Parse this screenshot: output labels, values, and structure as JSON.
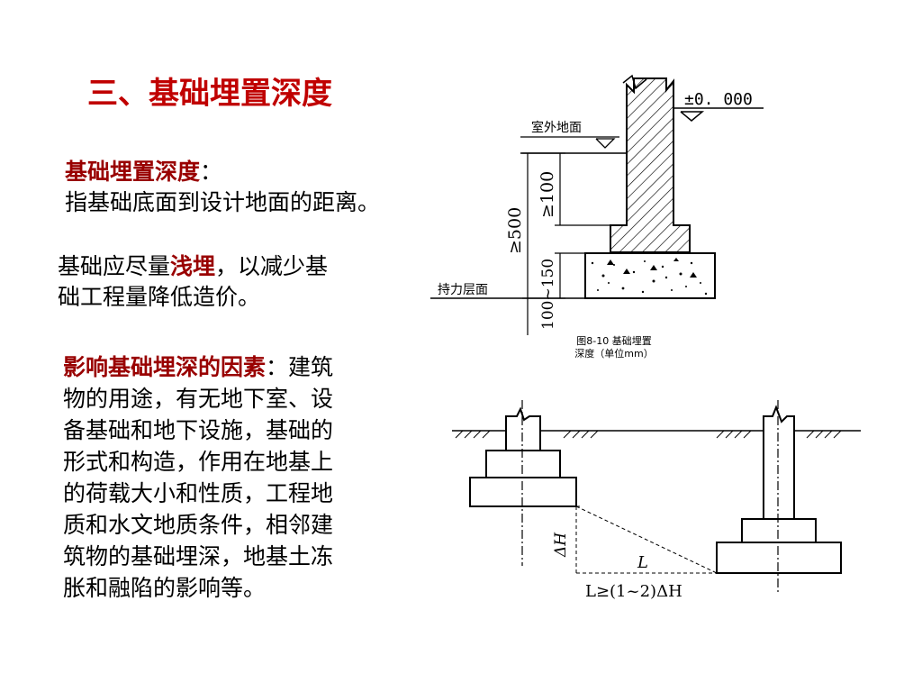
{
  "title": "三、基础埋置深度",
  "definition": {
    "term": "基础埋置深度",
    "colon": "：",
    "text": "指基础底面到设计地面的距离。"
  },
  "shallow": {
    "before": "基础应尽量",
    "emph": "浅埋",
    "line1_after": "，以减少基",
    "line2": "础工程量降低造价。"
  },
  "factors": {
    "term": "影响基础埋深的因素",
    "colon": "：",
    "first_line_rest": "建筑",
    "lines": [
      "物的用途，有无地下室、设",
      "备基础和地下设施，基础的",
      "形式和构造，作用在地基上",
      "的荷载大小和性质，工程地",
      "质和水文地质条件，相邻建",
      "筑物的基础埋深，地基土冻",
      "胀和融陷的影响等。"
    ]
  },
  "figure1": {
    "elevation_label": "±0. 000",
    "outdoor_ground": "室外地面",
    "bearing_layer": "持力层面",
    "dim_total": "≥500",
    "dim_cover": "≥100",
    "dim_footing": "100~150",
    "caption_line1": "图8-10 基础埋置",
    "caption_line2": "深度（单位mm）"
  },
  "figure2": {
    "delta_h": "ΔH",
    "l_label": "L",
    "formula": "L≥(1~2)ΔH"
  }
}
